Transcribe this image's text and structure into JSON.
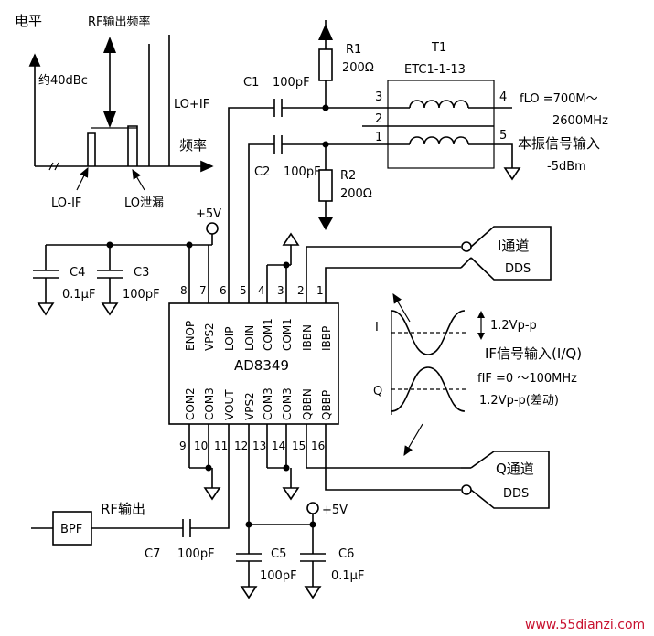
{
  "spectrum": {
    "axis_y_label": "电平",
    "axis_x_label": "频率",
    "rf_label": "RF输出频率",
    "ratio_label": "约40dBc",
    "lo_plus_if": "LO+IF",
    "lo_minus_if": "LO-IF",
    "lo_leak": "LO泄漏"
  },
  "ic": {
    "name": "AD8349",
    "top_pins": [
      {
        "num": "8",
        "name": "ENOP"
      },
      {
        "num": "7",
        "name": "VPS2"
      },
      {
        "num": "6",
        "name": "LOIP"
      },
      {
        "num": "5",
        "name": "LOIN"
      },
      {
        "num": "4",
        "name": "COM1"
      },
      {
        "num": "3",
        "name": "COM1"
      },
      {
        "num": "2",
        "name": "IBBN"
      },
      {
        "num": "1",
        "name": "IBBP"
      }
    ],
    "bottom_pins": [
      {
        "num": "9",
        "name": "COM2"
      },
      {
        "num": "10",
        "name": "COM3"
      },
      {
        "num": "11",
        "name": "VOUT"
      },
      {
        "num": "12",
        "name": "VPS2"
      },
      {
        "num": "13",
        "name": "COM3"
      },
      {
        "num": "14",
        "name": "COM3"
      },
      {
        "num": "15",
        "name": "QBBN"
      },
      {
        "num": "16",
        "name": "QBBP"
      }
    ]
  },
  "components": {
    "r1_name": "R1",
    "r1_value": "200Ω",
    "r2_name": "R2",
    "r2_value": "200Ω",
    "c1_name": "C1",
    "c1_value": "100pF",
    "c2_name": "C2",
    "c2_value": "100pF",
    "c3_name": "C3",
    "c3_value": "100pF",
    "c4_name": "C4",
    "c4_value": "0.1μF",
    "c5_name": "C5",
    "c5_value": "100pF",
    "c6_name": "C6",
    "c6_value": "0.1μF",
    "c7_name": "C7",
    "c7_value": "100pF",
    "t1_name": "T1",
    "t1_part": "ETC1-1-13",
    "t1_pins": [
      "3",
      "2",
      "1",
      "4",
      "5"
    ]
  },
  "supply_label": "+5V",
  "lo_input": {
    "freq": "fLO =700M～",
    "freq2": "2600MHz",
    "label": "本振信号输入",
    "level": "-5dBm"
  },
  "if_input": {
    "amp_top": "1.2Vp-p",
    "title": "IF信号输入(I/Q)",
    "freq": "fIF =0 ～100MHz",
    "amp_diff": "1.2Vp-p(差动)",
    "i_label": "I",
    "q_label": "Q"
  },
  "dds": {
    "i_channel": "I通道",
    "q_channel": "Q通道",
    "dds_label": "DDS"
  },
  "rf_out": {
    "bpf": "BPF",
    "label": "RF输出"
  },
  "watermark": "www.55dianzi.com"
}
